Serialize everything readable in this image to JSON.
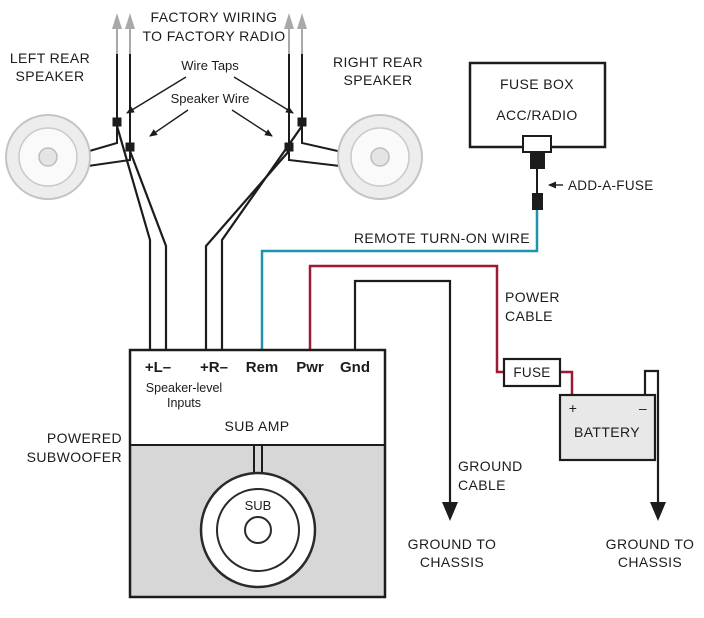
{
  "colors": {
    "teal": "#1e93ac",
    "maroon": "#9b1b33",
    "gray": "#a9a9a9",
    "wire_black": "#1c1c1c"
  },
  "top": {
    "factory_wiring_line1": "FACTORY WIRING",
    "factory_wiring_line2": "TO FACTORY RADIO",
    "left_speaker_line1": "LEFT REAR",
    "left_speaker_line2": "SPEAKER",
    "right_speaker_line1": "RIGHT REAR",
    "right_speaker_line2": "SPEAKER",
    "wire_taps": "Wire Taps",
    "speaker_wire": "Speaker Wire"
  },
  "fuse_box": {
    "title": "FUSE BOX",
    "slot": "ACC/RADIO",
    "add_a_fuse": "ADD-A-FUSE"
  },
  "wires": {
    "remote": "REMOTE TURN-ON WIRE",
    "power_line1": "POWER",
    "power_line2": "CABLE",
    "ground_line1": "GROUND",
    "ground_line2": "CABLE"
  },
  "power": {
    "fuse": "FUSE",
    "battery": "BATTERY",
    "plus": "+",
    "minus": "–"
  },
  "amp": {
    "terminal_l": "+L–",
    "terminal_r": "+R–",
    "terminal_rem": "Rem",
    "terminal_pwr": "Pwr",
    "terminal_gnd": "Gnd",
    "inputs_line1": "Speaker-level",
    "inputs_line2": "Inputs",
    "sub_amp": "SUB AMP",
    "sub": "SUB",
    "powered_line1": "POWERED",
    "powered_line2": "SUBWOOFER"
  },
  "ground": {
    "chassis_line1": "GROUND TO",
    "chassis_line2": "CHASSIS"
  }
}
